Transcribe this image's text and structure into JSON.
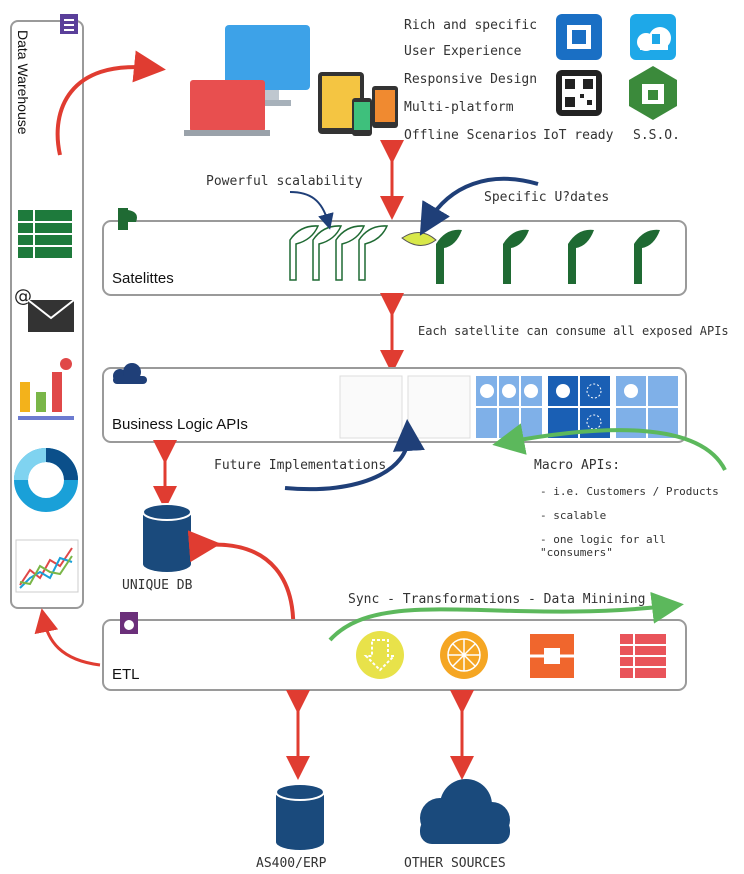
{
  "sidebar": {
    "title": "Data Warehouse"
  },
  "devices": {
    "features": [
      "Rich and specific",
      "User Experience",
      "Responsive Design",
      "Multi-platform",
      "Offline Scenarios"
    ],
    "iot_label": "IoT ready",
    "sso_label": "S.S.O."
  },
  "satellites": {
    "label": "Satelittes",
    "scalability_note": "Powerful scalability",
    "updates_note": "Specific U?dates"
  },
  "business": {
    "label": "Business Logic APIs",
    "consume_note": "Each satellite can consume all exposed APIs",
    "future_note": "Future Implementations",
    "macro_title": "Macro APIs:",
    "macro_items": [
      "- i.e. Customers / Products",
      "- scalable",
      "- one logic for all \"consumers\""
    ]
  },
  "db": {
    "label": "UNIQUE DB"
  },
  "etl": {
    "label": "ETL",
    "sync_note": "Sync - Transformations - Data Minining"
  },
  "sources": {
    "erp_label": "AS400/ERP",
    "other_label": "OTHER SOURCES"
  },
  "colors": {
    "arrow_red": "#e03c31",
    "arrow_blue": "#1f3f78",
    "arrow_green": "#5cb85c",
    "db_blue": "#1a4a7c",
    "leaf_green": "#1f6a33",
    "tile_blue": "#4a8fd9"
  }
}
